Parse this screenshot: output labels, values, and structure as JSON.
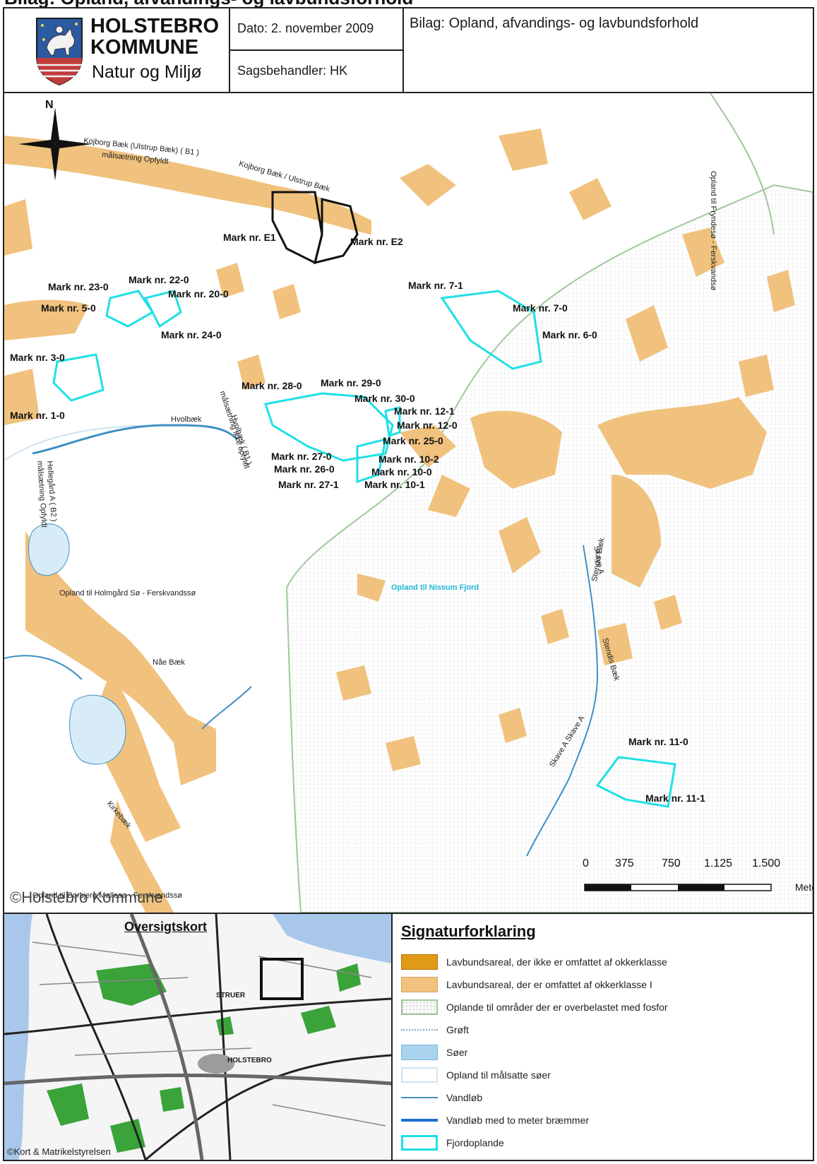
{
  "page_title": "Bilag: Opland, afvandings- og lavbundsforhold",
  "header": {
    "org_name_line1": "HOLSTEBRO",
    "org_name_line2": "KOMMUNE",
    "department": "Natur og Miljø",
    "date": "Dato: 2. november 2009",
    "handler": "Sagsbehandler: HK",
    "subject": "Bilag: Opland, afvandings- og lavbundsforhold",
    "crest_icon": "holstebro-crest-icon"
  },
  "map": {
    "north_label": "N",
    "fields_black": [
      "Mark nr. E1",
      "Mark nr. E2"
    ],
    "fields_cyan": [
      "Mark nr. 23-0",
      "Mark nr. 22-0",
      "Mark nr. 20-0",
      "Mark nr. 5-0",
      "Mark nr. 24-0",
      "Mark nr. 3-0",
      "Mark nr. 1-0",
      "Mark nr. 7-1",
      "Mark nr. 7-0",
      "Mark nr. 6-0",
      "Mark nr. 28-0",
      "Mark nr. 29-0",
      "Mark nr. 30-0",
      "Mark nr. 12-1",
      "Mark nr. 12-0",
      "Mark nr. 25-0",
      "Mark nr. 27-0",
      "Mark nr. 10-2",
      "Mark nr. 26-0",
      "Mark nr. 10-0",
      "Mark nr. 27-1",
      "Mark nr. 10-1",
      "Mark nr. 11-0",
      "Mark nr. 11-1"
    ],
    "water_labels": {
      "kojborg_1": "Kojborg Bæk (Ulstrup Bæk) ( B1 )",
      "kojborg_2": "målsætning Opfyldt",
      "kojborg_3": "Kojborg Bæk / Ulstrup Bæk",
      "fryndesø": "Opland til Fryndesø - Ferskvandsø",
      "hvolbaek": "Hvolbæk",
      "hvolbaek_b1": "Hvolbæk ( B1 )",
      "hvolbaek_ms": "målsætning ikke opfyldt",
      "hellegaard_1": "Hellegård A ( B2 )",
      "hellegaard_2": "målsætning Opfyldt",
      "holmgaard": "Opland til Holmgård Sø - Ferskvandssø",
      "nissum": "Opland til Nissum Fjord",
      "skave1": "Skave A",
      "stendis1": "Stendis Bæk",
      "stendis2": "Stendis Bæk",
      "skave2": "Skave A  Skave A",
      "naebaek": "Nåe Bæk",
      "kirkebaek": "Kirkebæk",
      "borbjerg": "Opland til Borbjerg Møllesø - Ferskvandssø"
    },
    "copyright": "©Holstebro Kommune",
    "scale": {
      "ticks": [
        "0",
        "375",
        "750",
        "1.125",
        "1.500"
      ],
      "unit": "Mete"
    },
    "colors": {
      "lavbund_ok": "#f0c27e",
      "lavbund_other": "#e09a16",
      "fjordoplande": "#1fe0e6",
      "stream": "#3f8fc6",
      "lake": "#d8ecf7",
      "catchment": "#9fc79a"
    }
  },
  "overview": {
    "title": "Oversigtskort",
    "town1": "HOLSTEBRO",
    "town2": "STRUER",
    "copyright": "©Kort & Matrikelstyrelsen"
  },
  "legend": {
    "title": "Signaturforklaring",
    "items": [
      {
        "label": "Lavbundsareal, der ikke er omfattet af okkerklasse",
        "icon": "solid-dark-orange-swatch"
      },
      {
        "label": "Lavbundsareal, der er omfattet af okkerklasse I",
        "icon": "solid-light-orange-swatch"
      },
      {
        "label": "Oplande til områder der er overbelastet med fosfor",
        "icon": "dotted-grid-swatch"
      },
      {
        "label": "Grøft",
        "icon": "dashed-line-swatch"
      },
      {
        "label": "Søer",
        "icon": "light-blue-fill-swatch"
      },
      {
        "label": "Opland til målsatte søer",
        "icon": "pale-outline-swatch"
      },
      {
        "label": "Vandløb",
        "icon": "thin-blue-line-swatch"
      },
      {
        "label": "Vandløb med to meter bræmmer",
        "icon": "thick-blue-line-swatch"
      },
      {
        "label": "Fjordoplande",
        "icon": "cyan-outline-swatch"
      }
    ]
  }
}
